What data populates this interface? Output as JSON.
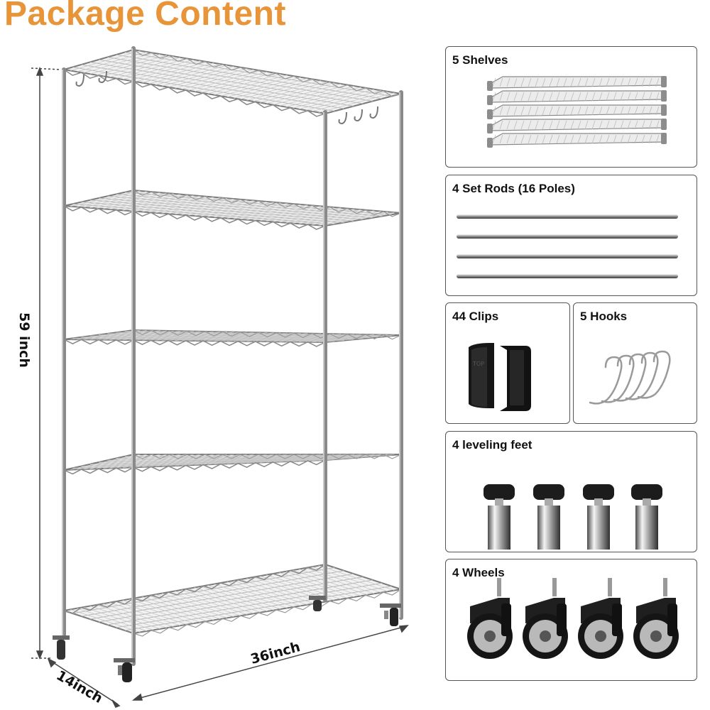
{
  "title": "Package Content",
  "dimensions": {
    "height": "59 inch",
    "width": "36inch",
    "depth": "14inch"
  },
  "panels": {
    "shelves": "5 Shelves",
    "rods": "4 Set Rods (16 Poles)",
    "clips": "44 Clips",
    "hooks": "5 Hooks",
    "feet": "4 leveling feet",
    "wheels": "4 Wheels"
  },
  "colors": {
    "title": "#e8953a",
    "chrome": "#8a8a8a",
    "border": "#555555"
  }
}
